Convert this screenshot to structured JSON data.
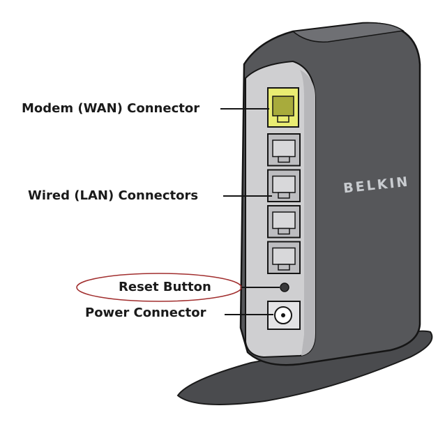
{
  "labels": {
    "wan": "Modem (WAN) Connector",
    "lan": "Wired (LAN) Connectors",
    "reset": "Reset Button",
    "power": "Power Connector"
  },
  "device": {
    "brand": "BELKIN",
    "lan_port_count": 4
  },
  "colors": {
    "wan_port": "#e9ec72",
    "body": "#555659",
    "panel": "#cfcfd1",
    "highlight_ellipse": "#a12e2e"
  }
}
